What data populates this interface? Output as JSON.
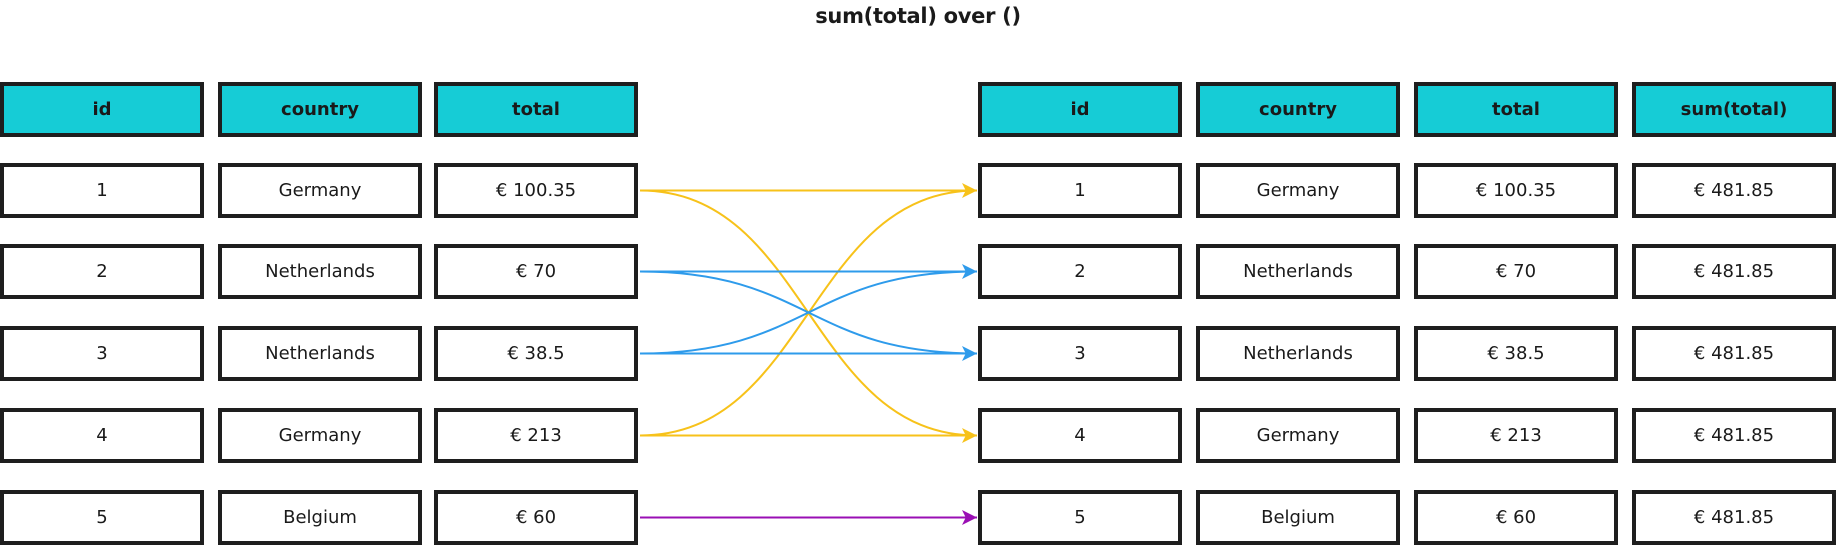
{
  "title": "sum(total) over ()",
  "colors": {
    "header_fill": "#16ccd6",
    "germany": "#f7c21a",
    "netherlands": "#2e9beb",
    "belgium": "#9a0fb4"
  },
  "source_table": {
    "columns": [
      "id",
      "country",
      "total"
    ],
    "rows": [
      [
        "1",
        "Germany",
        "€ 100.35"
      ],
      [
        "2",
        "Netherlands",
        "€ 70"
      ],
      [
        "3",
        "Netherlands",
        "€ 38.5"
      ],
      [
        "4",
        "Germany",
        "€ 213"
      ],
      [
        "5",
        "Belgium",
        "€ 60"
      ]
    ]
  },
  "result_table": {
    "columns": [
      "id",
      "country",
      "total",
      "sum(total)"
    ],
    "rows": [
      [
        "1",
        "Germany",
        "€ 100.35",
        "€ 481.85"
      ],
      [
        "2",
        "Netherlands",
        "€ 70",
        "€ 481.85"
      ],
      [
        "3",
        "Netherlands",
        "€ 38.5",
        "€ 481.85"
      ],
      [
        "4",
        "Germany",
        "€ 213",
        "€ 481.85"
      ],
      [
        "5",
        "Belgium",
        "€ 60",
        "€ 481.85"
      ]
    ]
  },
  "links": [
    {
      "from": 1,
      "to": 1,
      "group": "germany"
    },
    {
      "from": 1,
      "to": 4,
      "group": "germany"
    },
    {
      "from": 4,
      "to": 1,
      "group": "germany"
    },
    {
      "from": 4,
      "to": 4,
      "group": "germany"
    },
    {
      "from": 2,
      "to": 2,
      "group": "netherlands"
    },
    {
      "from": 2,
      "to": 3,
      "group": "netherlands"
    },
    {
      "from": 3,
      "to": 2,
      "group": "netherlands"
    },
    {
      "from": 3,
      "to": 3,
      "group": "netherlands"
    },
    {
      "from": 5,
      "to": 5,
      "group": "belgium"
    }
  ]
}
